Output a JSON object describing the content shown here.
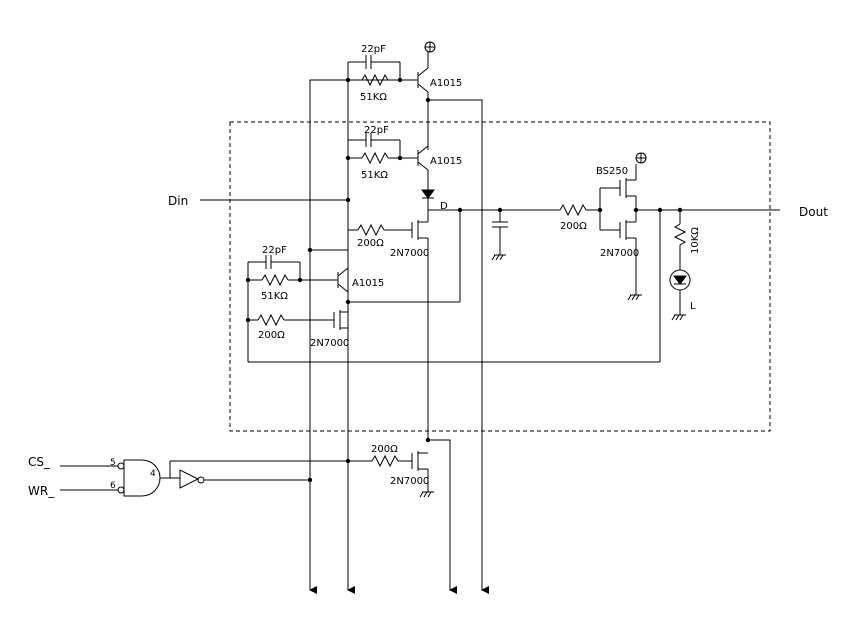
{
  "labels": {
    "din": "Din",
    "dout": "Dout",
    "cs": "CS_",
    "wr": "WR_",
    "node_d": "D",
    "led": "L"
  },
  "pins": {
    "cs": "5",
    "wr": "6",
    "nand_out": "4"
  },
  "parts": {
    "q_top": "A1015",
    "q_mid": "A1015",
    "q_left": "A1015",
    "m_mid": "2N7000",
    "m_left": "2N7000",
    "m_bottom": "2N7000",
    "m_out": "2N7000",
    "p_out": "BS250",
    "c_top": "22pF",
    "c_mid": "22pF",
    "c_left": "22pF",
    "r_top": "51KΩ",
    "r_mid": "51KΩ",
    "r_left": "51KΩ",
    "r_gate_mid": "200Ω",
    "r_gate_left": "200Ω",
    "r_gate_bottom": "200Ω",
    "r_gate_out": "200Ω",
    "r_led": "10KΩ"
  }
}
